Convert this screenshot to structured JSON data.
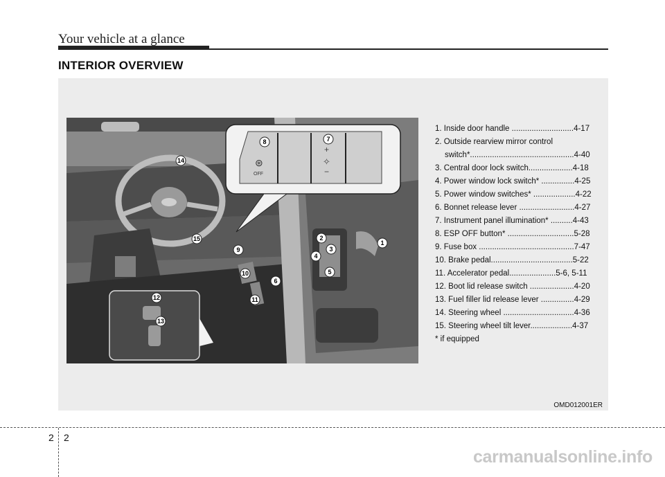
{
  "header": {
    "running_title": "Your vehicle at a glance",
    "section_title": "INTERIOR OVERVIEW"
  },
  "figure": {
    "code": "OMD012001ER",
    "callouts": [
      "1",
      "2",
      "3",
      "4",
      "5",
      "6",
      "7",
      "8",
      "9",
      "10",
      "11",
      "12",
      "13",
      "14",
      "15"
    ],
    "inset_labels": {
      "esp_off": "OFF"
    }
  },
  "legend": {
    "items": [
      {
        "text": "1. Inside door handle ............................4-17"
      },
      {
        "text": "2. Outside rearview mirror control"
      },
      {
        "text": "switch*...............................................4-40",
        "indent": true
      },
      {
        "text": "3. Central door lock switch....................4-18"
      },
      {
        "text": "4. Power window lock switch* ...............4-25"
      },
      {
        "text": "5. Power window switches* ...................4-22"
      },
      {
        "text": "6. Bonnet release lever .........................4-27"
      },
      {
        "text": "7. Instrument panel illumination* ..........4-43"
      },
      {
        "text": "8. ESP OFF button* ..............................5-28"
      },
      {
        "text": "9. Fuse box ...........................................7-47"
      },
      {
        "text": "10. Brake pedal.....................................5-22"
      },
      {
        "text": "11. Accelerator pedal.....................5-6, 5-11"
      },
      {
        "text": "12. Boot lid release switch ....................4-20"
      },
      {
        "text": "13. Fuel filler lid release lever ...............4-29"
      },
      {
        "text": "14. Steering wheel ................................4-36"
      },
      {
        "text": "15. Steering wheel tilt lever...................4-37"
      },
      {
        "text": "* if equipped"
      }
    ]
  },
  "footer": {
    "page_left": "2",
    "page_right": "2",
    "watermark": "carmanualsonline.info"
  }
}
